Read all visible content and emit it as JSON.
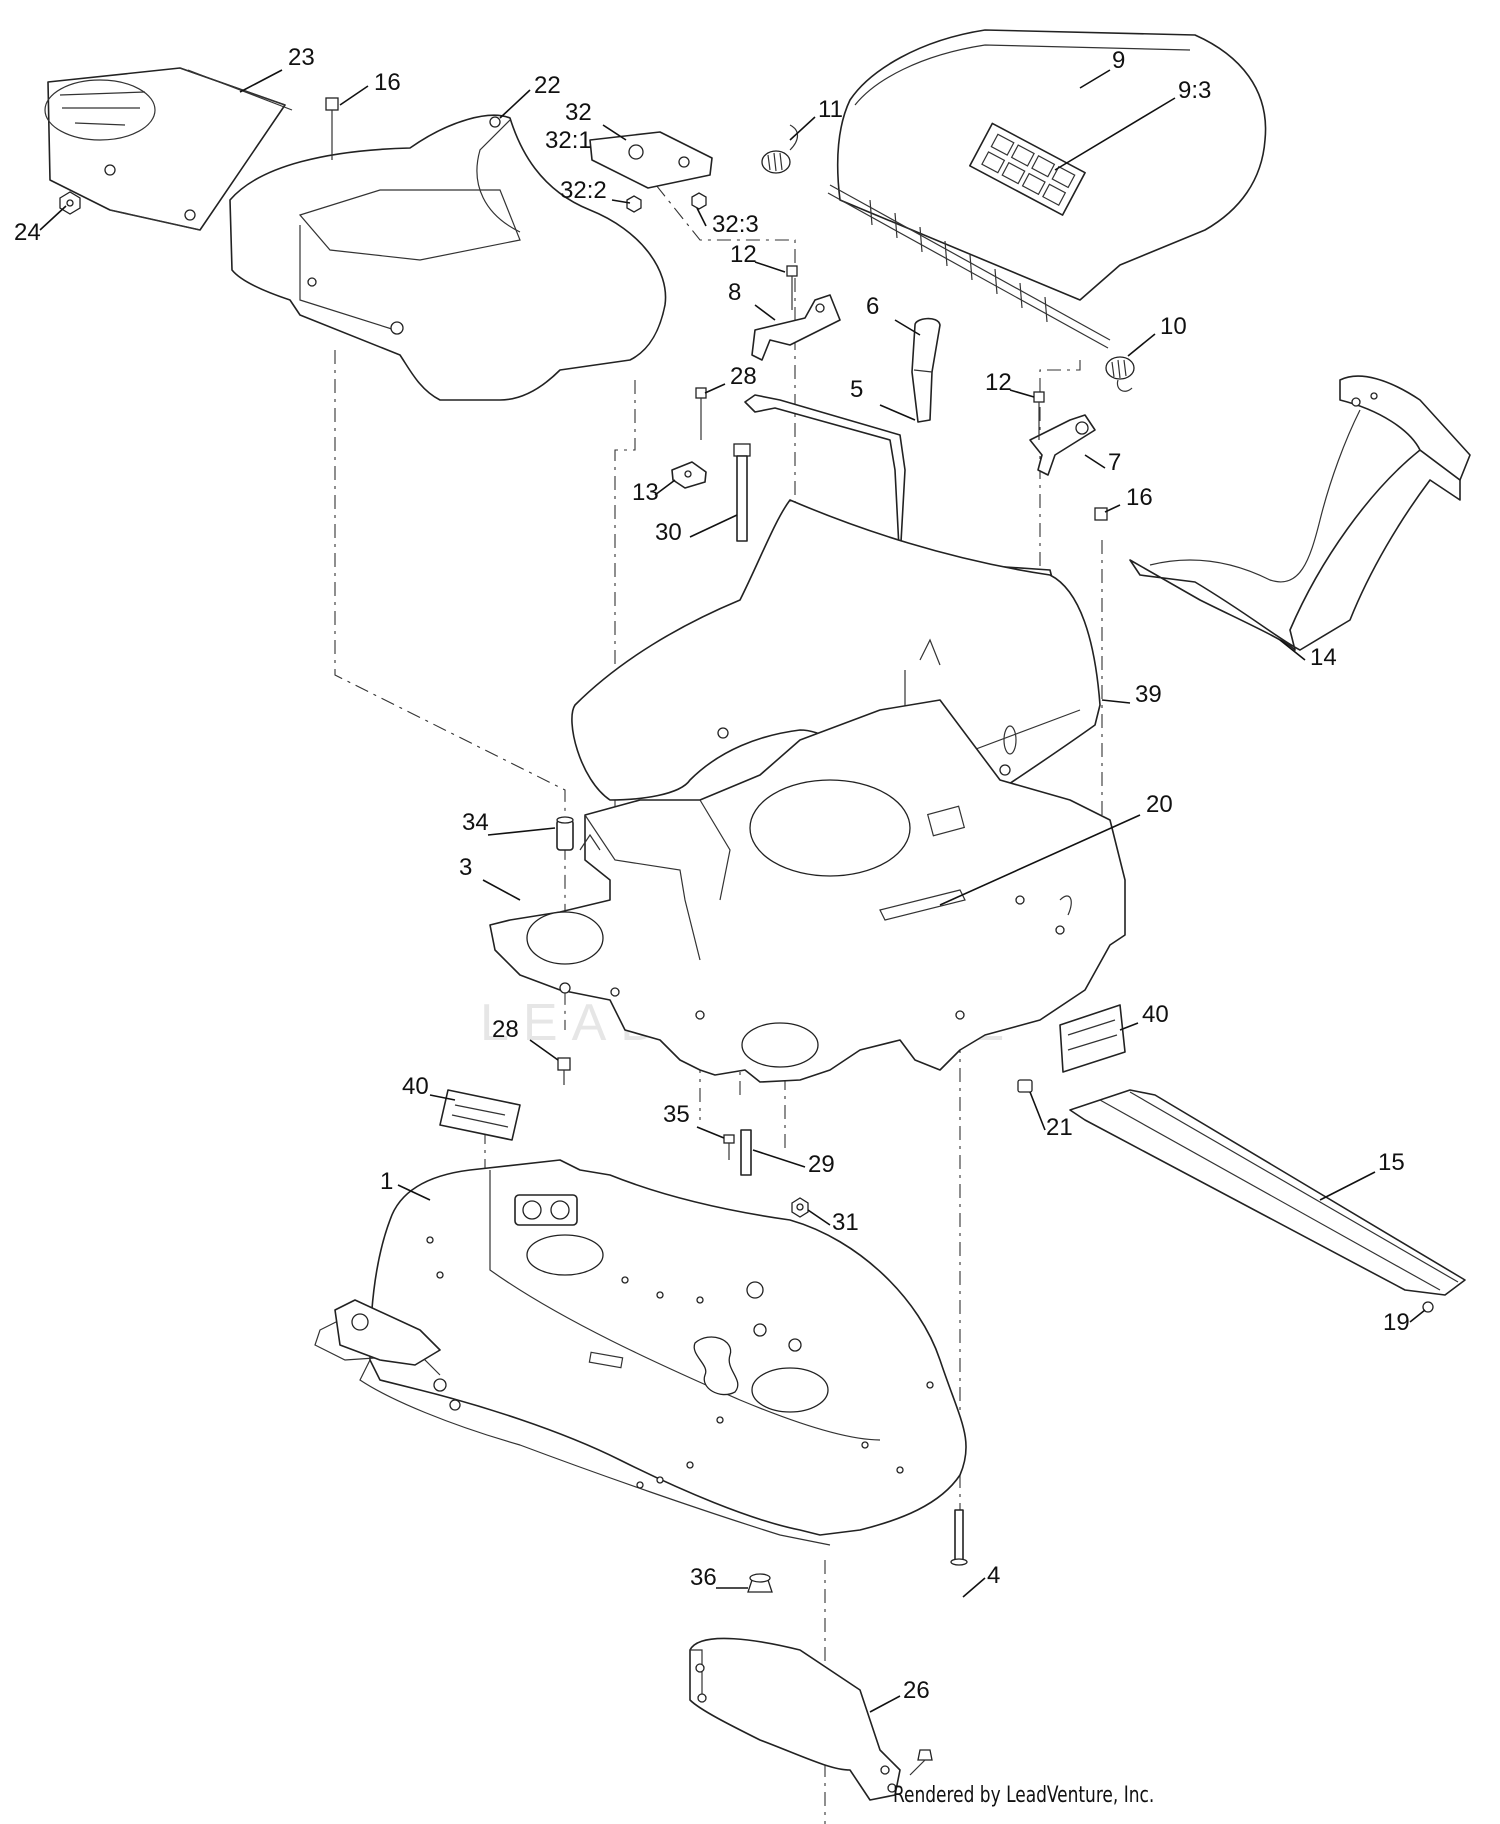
{
  "watermark": "LEADVENTURE",
  "footer": "Rendered by LeadVenture, Inc.",
  "callouts": [
    {
      "id": "c23",
      "label": "23"
    },
    {
      "id": "c16a",
      "label": "16"
    },
    {
      "id": "c22",
      "label": "22"
    },
    {
      "id": "c24",
      "label": "24"
    },
    {
      "id": "c32",
      "label": "32"
    },
    {
      "id": "c32-1",
      "label": "32:1"
    },
    {
      "id": "c32-2",
      "label": "32:2"
    },
    {
      "id": "c32-3",
      "label": "32:3"
    },
    {
      "id": "c11",
      "label": "11"
    },
    {
      "id": "c9",
      "label": "9"
    },
    {
      "id": "c9-3",
      "label": "9:3"
    },
    {
      "id": "c12a",
      "label": "12"
    },
    {
      "id": "c8",
      "label": "8"
    },
    {
      "id": "c6",
      "label": "6"
    },
    {
      "id": "c10",
      "label": "10"
    },
    {
      "id": "c28a",
      "label": "28"
    },
    {
      "id": "c5",
      "label": "5"
    },
    {
      "id": "c12b",
      "label": "12"
    },
    {
      "id": "c7",
      "label": "7"
    },
    {
      "id": "c13",
      "label": "13"
    },
    {
      "id": "c30",
      "label": "30"
    },
    {
      "id": "c16b",
      "label": "16"
    },
    {
      "id": "c14",
      "label": "14"
    },
    {
      "id": "c39",
      "label": "39"
    },
    {
      "id": "c20",
      "label": "20"
    },
    {
      "id": "c34",
      "label": "34"
    },
    {
      "id": "c3",
      "label": "3"
    },
    {
      "id": "c28b",
      "label": "28"
    },
    {
      "id": "c40a",
      "label": "40"
    },
    {
      "id": "c40b",
      "label": "40"
    },
    {
      "id": "c21",
      "label": "21"
    },
    {
      "id": "c15",
      "label": "15"
    },
    {
      "id": "c35",
      "label": "35"
    },
    {
      "id": "c29",
      "label": "29"
    },
    {
      "id": "c1",
      "label": "1"
    },
    {
      "id": "c31",
      "label": "31"
    },
    {
      "id": "c19",
      "label": "19"
    },
    {
      "id": "c4",
      "label": "4"
    },
    {
      "id": "c36",
      "label": "36"
    },
    {
      "id": "c26",
      "label": "26"
    }
  ]
}
